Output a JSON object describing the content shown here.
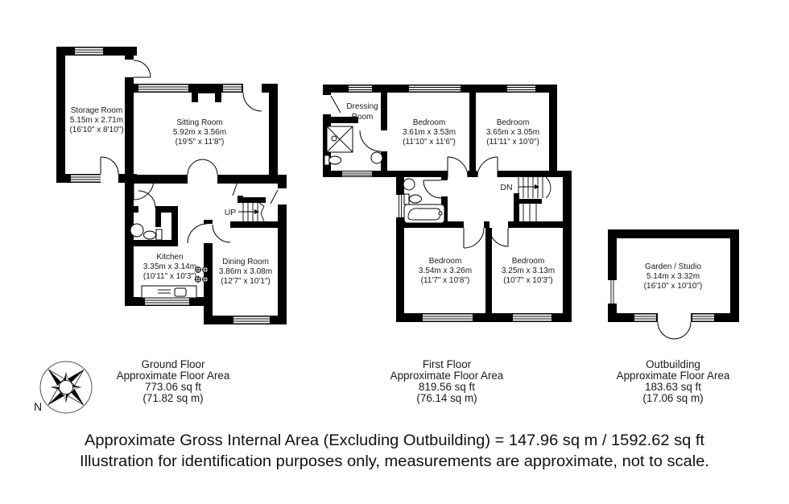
{
  "ground_floor": {
    "heading": "Ground Floor",
    "area_line": "Approximate Floor Area",
    "area_ft": "773.06 sq ft",
    "area_m": "(71.82 sq m)",
    "stair_label": "UP",
    "rooms": {
      "storage": {
        "name": "Storage Room",
        "metric": "5.15m x 2.71m",
        "imperial": "(16'10\" x 8'10\")"
      },
      "sitting": {
        "name": "Sitting Room",
        "metric": "5.92m x 3.56m",
        "imperial": "(19'5\" x 11'8\")"
      },
      "kitchen": {
        "name": "Kitchen",
        "metric": "3.35m x 3.14m",
        "imperial": "(10'11\" x 10'3\")"
      },
      "dining": {
        "name": "Dining Room",
        "metric": "3.86m x 3.08m",
        "imperial": "(12'7\" x 10'1\")"
      }
    }
  },
  "first_floor": {
    "heading": "First Floor",
    "area_line": "Approximate Floor Area",
    "area_ft": "819.56 sq ft",
    "area_m": "(76.14 sq m)",
    "stair_label": "DN",
    "rooms": {
      "dressing": {
        "line1": "Dressing",
        "line2": "Room"
      },
      "bedroom1": {
        "name": "Bedroom",
        "metric": "3.61m x 3.53m",
        "imperial": "(11'10\" x 11'6\")"
      },
      "bedroom2": {
        "name": "Bedroom",
        "metric": "3.65m x 3.05m",
        "imperial": "(11'11\" x 10'0\")"
      },
      "bedroom3": {
        "name": "Bedroom",
        "metric": "3.54m x 3.26m",
        "imperial": "(11'7\" x 10'8\")"
      },
      "bedroom4": {
        "name": "Bedroom",
        "metric": "3.25m x 3.13m",
        "imperial": "(10'7\" x 10'3\")"
      }
    }
  },
  "outbuilding": {
    "heading": "Outbuilding",
    "area_line": "Approximate Floor Area",
    "area_ft": "183.63 sq ft",
    "area_m": "(17.06 sq m)",
    "rooms": {
      "garden_studio": {
        "name": "Garden / Studio",
        "metric": "5.14m x 3.32m",
        "imperial": "(16'10\" x 10'10\")"
      }
    }
  },
  "compass": {
    "north_label": "N"
  },
  "footer": {
    "line1": "Approximate Gross Internal Area (Excluding Outbuilding) = 147.96 sq m / 1592.62 sq ft",
    "line2": "Illustration for identification purposes only, measurements are approximate, not to scale."
  },
  "colors": {
    "wall": "#000000",
    "text": "#111111",
    "background": "#ffffff"
  }
}
